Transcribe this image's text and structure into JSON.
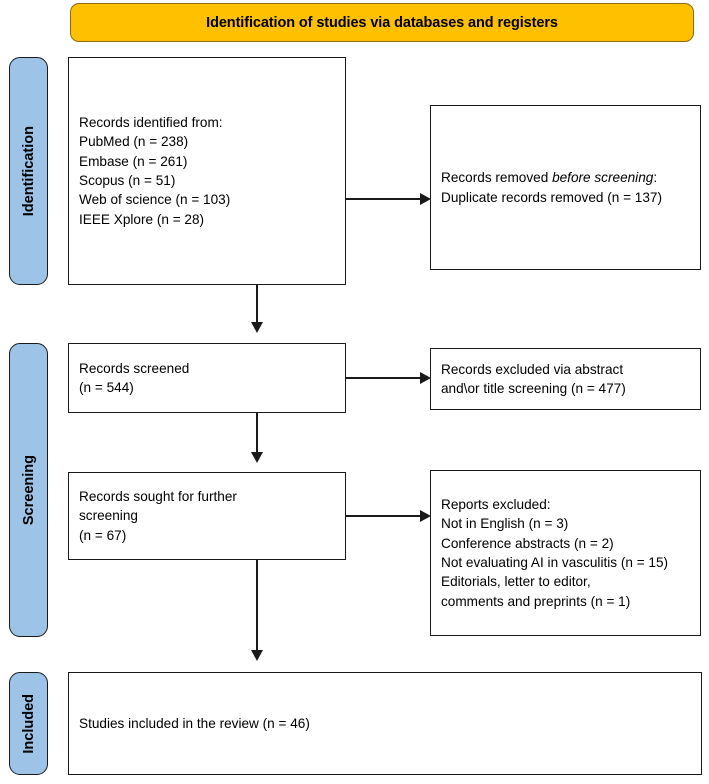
{
  "diagram": {
    "title": "Identification of studies via databases and registers",
    "colors": {
      "banner_fill": "#FFC000",
      "stage_tab_fill": "#9DC3E6",
      "box_border": "#1a1a1a",
      "box_fill": "#ffffff"
    }
  },
  "stages": [
    {
      "id": "identification",
      "label": "Identification"
    },
    {
      "id": "screening",
      "label": "Screening"
    },
    {
      "id": "included",
      "label": "Included"
    }
  ],
  "boxes": {
    "records_identified": {
      "lines": [
        "Records identified from:",
        "PubMed (n = 238)",
        "Embase (n = 261)",
        "Scopus (n = 51)",
        "Web of science (n = 103)",
        "IEEE Xplore (n = 28)"
      ],
      "text": "Records identified from:\nPubMed (n = 238)\nEmbase (n = 261)\nScopus (n = 51)\nWeb of science (n = 103)\nIEEE Xplore (n = 28)"
    },
    "records_removed": {
      "heading_plain": "Records removed ",
      "heading_italic": "before screening",
      "heading_suffix": ":",
      "body": "Duplicate records removed  (n = 137)"
    },
    "records_screened": {
      "text": "Records screened\n(n = 544)"
    },
    "records_excluded": {
      "text": "Records excluded via abstract\nand\\or title screening (n = 477)"
    },
    "records_sought": {
      "text": "Records sought for further\nscreening\n(n = 67)"
    },
    "reports_excluded": {
      "text": "Reports excluded:\nNot in English (n = 3)\nConference abstracts (n = 2)\nNot evaluating AI in vasculitis (n = 15)\nEditorials, letter to editor,\ncomments and preprints (n = 1)"
    },
    "studies_included": {
      "text": "Studies included in the review (n = 46)"
    }
  },
  "counts": {
    "pubmed": 238,
    "embase": 261,
    "scopus": 51,
    "web_of_science": 103,
    "ieee_xplore": 28,
    "duplicates_removed": 137,
    "records_screened": 544,
    "excluded_abstract_title": 477,
    "records_sought": 67,
    "not_in_english": 3,
    "conference_abstracts": 2,
    "not_evaluating_ai": 15,
    "editorials_comments": 1,
    "studies_included": 46
  }
}
